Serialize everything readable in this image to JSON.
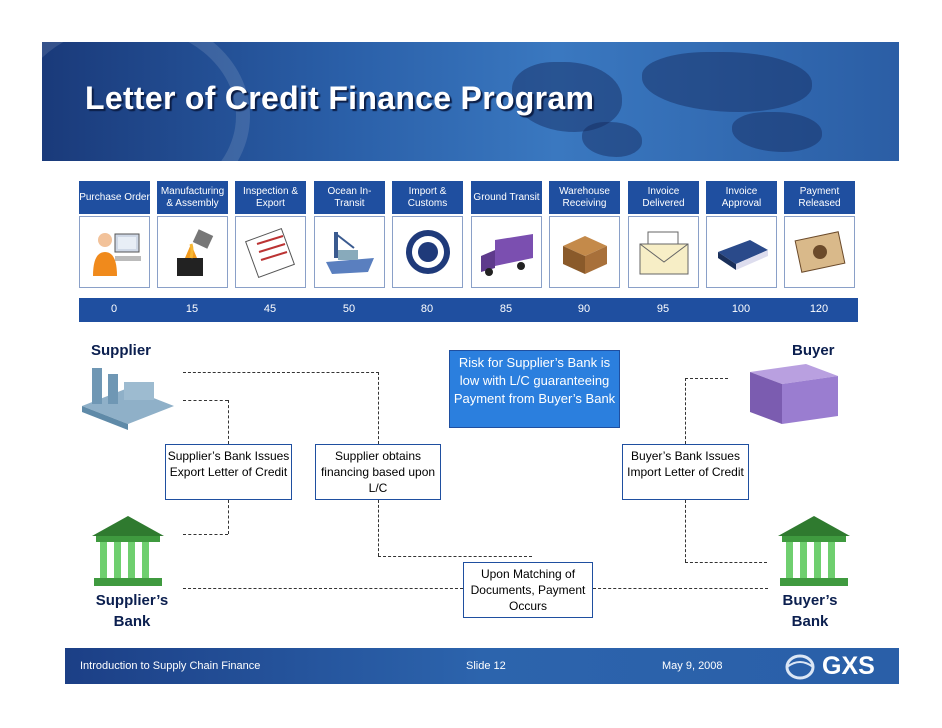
{
  "title": "Letter of Credit Finance Program",
  "stages": [
    {
      "label": "Purchase Order",
      "icon": "computer-operator-icon"
    },
    {
      "label": "Manufacturing & Assembly",
      "icon": "molten-metal-icon"
    },
    {
      "label": "Inspection & Export",
      "icon": "checklist-document-icon"
    },
    {
      "label": "Ocean In-Transit",
      "icon": "cargo-ship-icon"
    },
    {
      "label": "Import & Customs",
      "icon": "customs-seal-icon"
    },
    {
      "label": "Ground Transit",
      "icon": "truck-icon"
    },
    {
      "label": "Warehouse Receiving",
      "icon": "pallet-boxes-icon"
    },
    {
      "label": "Invoice Delivered",
      "icon": "envelope-icon"
    },
    {
      "label": "Invoice Approval",
      "icon": "ledger-book-icon"
    },
    {
      "label": "Payment Released",
      "icon": "banknote-icon"
    }
  ],
  "days": [
    "0",
    "15",
    "45",
    "50",
    "80",
    "85",
    "90",
    "95",
    "100",
    "120"
  ],
  "parties": {
    "supplier": "Supplier",
    "buyer": "Buyer",
    "supplier_bank": "Supplier’s Bank",
    "buyer_bank": "Buyer’s Bank"
  },
  "boxes": {
    "risk": "Risk for Supplier’s Bank is low with L/C guaranteeing Payment from Buyer’s Bank",
    "export_lc": "Supplier’s Bank Issues Export Letter of Credit",
    "financing": "Supplier obtains financing based upon L/C",
    "import_lc": "Buyer’s Bank Issues Import Letter of Credit",
    "matching": "Upon Matching of Documents, Payment Occurs"
  },
  "footer": {
    "left": "Introduction to Supply Chain Finance",
    "slide": "Slide 12",
    "date": "May 9, 2008",
    "logo": "GXS"
  },
  "colors": {
    "banner": "#2a5fa8",
    "stage": "#1f4fa0",
    "risk_box": "#2b7fde",
    "party_text": "#0b1f4f"
  }
}
